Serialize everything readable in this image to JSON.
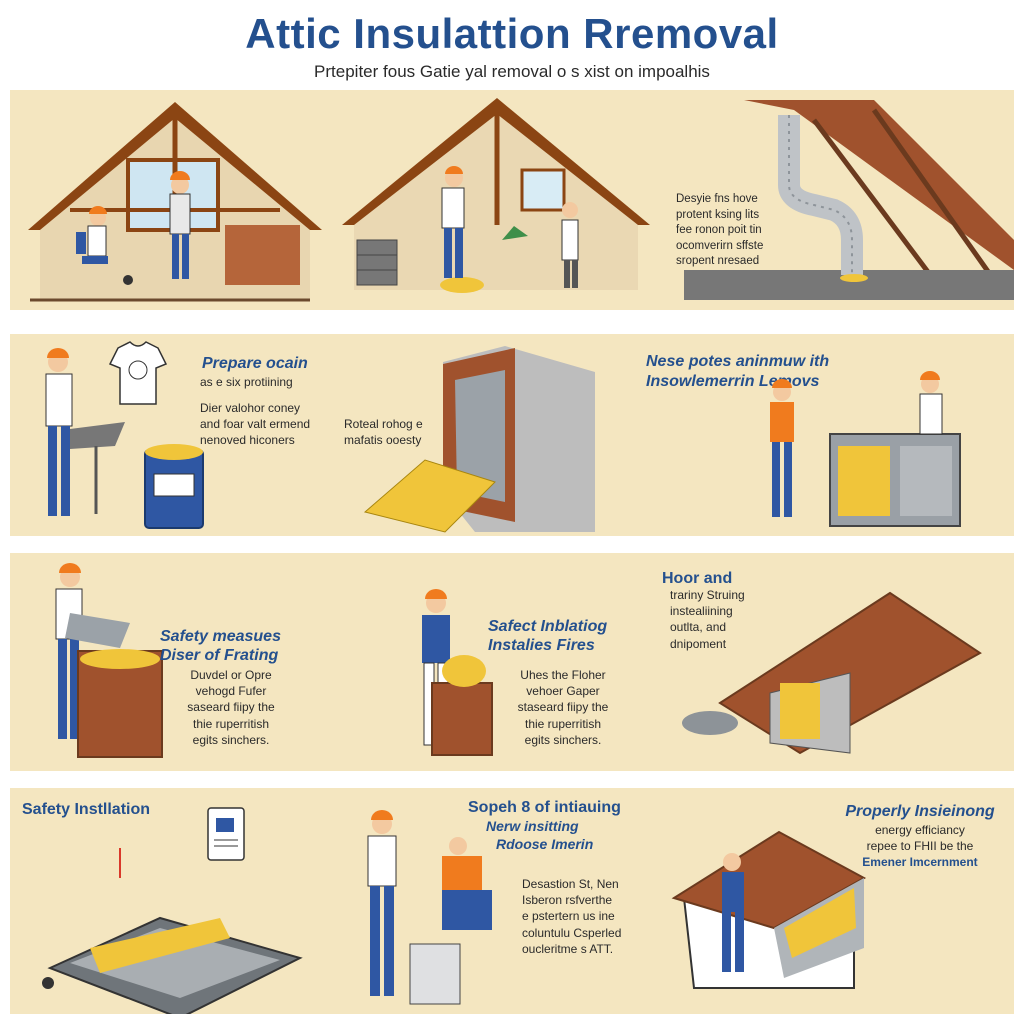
{
  "header": {
    "title": "Attic Insulattion Rremoval",
    "subtitle": "Prtepiter fous Gatie yal removal o s xist on impoalhis"
  },
  "row1": {
    "caption": [
      "Desyie fns hove",
      "protent ksing lits",
      "fee ronon poit tin",
      "ocomverirn sffste",
      "sropent nresaed"
    ]
  },
  "row2": {
    "left_heading": "Prepare ocain",
    "left_sub": "as e six protiining",
    "left_body": [
      "Dier valohor coney",
      "and foar valt ermend",
      "nenoved hiconers"
    ],
    "mid_body": [
      "Roteal rohog e",
      "mafatis ooesty"
    ],
    "right_heading": [
      "Nese potes aninmuw ith",
      "Insowlemerrin     Lemovs"
    ]
  },
  "row3": {
    "left_heading": [
      "Safety measues",
      "Diser of Frating"
    ],
    "left_body": [
      "Duvdel or Opre",
      "vehogd Fufer",
      "saseard fiipy the",
      "thie ruperritish",
      "egits sinchers."
    ],
    "mid_heading": [
      "Safect Inblatiog",
      "Instalies Fires"
    ],
    "mid_body": [
      "Uhes the Floher",
      "vehoer Gaper",
      "staseard fiipy the",
      "thie ruperritish",
      "egits sinchers."
    ],
    "right_heading": "Hoor and",
    "right_body": [
      "trariny Struing",
      "instealiining",
      "outlta, and",
      "dnipoment"
    ]
  },
  "row4": {
    "left_heading": "Safety Instllation",
    "mid_heading": "Sopeh 8 of intiauing",
    "mid_sub1": "Nerw insitting",
    "mid_sub2": "Rdoose Imerin",
    "mid_body": [
      "Desastion St, Nen",
      "Isberon rsfverthe",
      "e pstertern us ine",
      "coluntulu Csperled",
      "oucleritme s ATT."
    ],
    "right_heading": "Properly Insieinong",
    "right_body": [
      "energy efficiancy",
      "repee to FHII be the",
      "Emener Imcernment"
    ]
  },
  "colors": {
    "title": "#24508e",
    "panel": "#f4e6c0",
    "wood": "#a0522d",
    "helmet": "#f07b1e",
    "insulation": "#f0c53a",
    "worker_pants": "#2f57a3"
  }
}
